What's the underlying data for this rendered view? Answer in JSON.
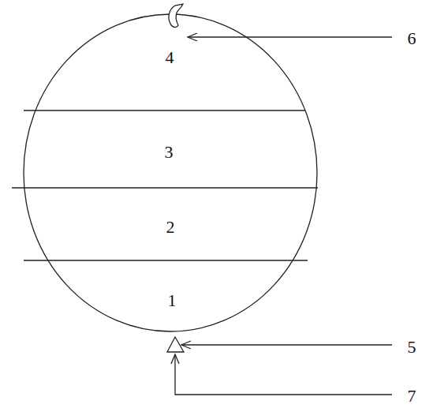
{
  "diagram": {
    "labels": [
      "6",
      "4",
      "3",
      "2",
      "1",
      "5",
      "7"
    ]
  }
}
